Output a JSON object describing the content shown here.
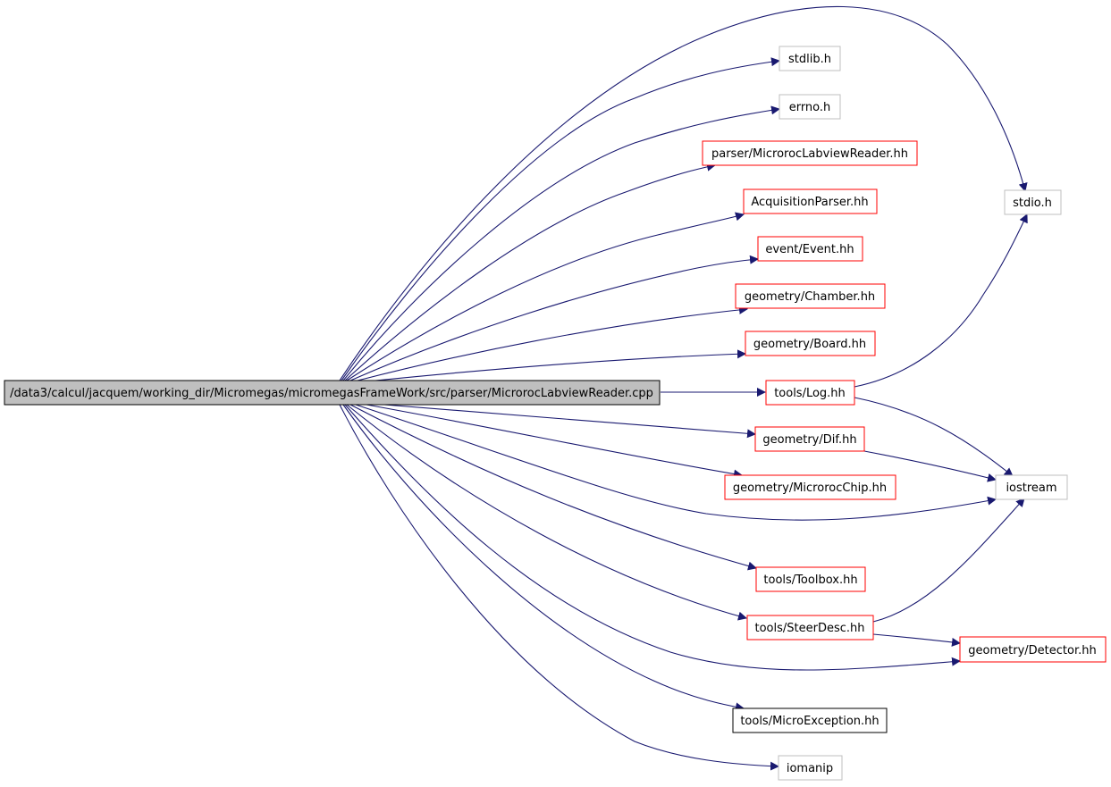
{
  "colors": {
    "edge": "#191970",
    "root_fill": "#bfbfbf",
    "border_red": "#ff0000",
    "border_grey": "#bfbfbf",
    "border_black": "#000000"
  },
  "nodes": {
    "root": {
      "label": "/data3/calcul/jacquem/working_dir/Micromegas/micromegasFrameWork/src/parser/MicrorocLabviewReader.cpp",
      "style": "root"
    },
    "stdlib": {
      "label": "stdlib.h",
      "style": "grey"
    },
    "errno": {
      "label": "errno.h",
      "style": "grey"
    },
    "labview_reader": {
      "label": "parser/MicrorocLabviewReader.hh",
      "style": "red"
    },
    "acq_parser": {
      "label": "AcquisitionParser.hh",
      "style": "red"
    },
    "event": {
      "label": "event/Event.hh",
      "style": "red"
    },
    "chamber": {
      "label": "geometry/Chamber.hh",
      "style": "red"
    },
    "board": {
      "label": "geometry/Board.hh",
      "style": "red"
    },
    "log": {
      "label": "tools/Log.hh",
      "style": "red"
    },
    "dif": {
      "label": "geometry/Dif.hh",
      "style": "red"
    },
    "chip": {
      "label": "geometry/MicrorocChip.hh",
      "style": "red"
    },
    "toolbox": {
      "label": "tools/Toolbox.hh",
      "style": "red"
    },
    "steer": {
      "label": "tools/SteerDesc.hh",
      "style": "red"
    },
    "exception": {
      "label": "tools/MicroException.hh",
      "style": "black"
    },
    "iomanip": {
      "label": "iomanip",
      "style": "grey"
    },
    "stdio": {
      "label": "stdio.h",
      "style": "grey"
    },
    "iostream": {
      "label": "iostream",
      "style": "grey"
    },
    "detector": {
      "label": "geometry/Detector.hh",
      "style": "red"
    }
  },
  "edges": [
    [
      "root",
      "stdio"
    ],
    [
      "root",
      "stdlib"
    ],
    [
      "root",
      "errno"
    ],
    [
      "root",
      "labview_reader"
    ],
    [
      "root",
      "acq_parser"
    ],
    [
      "root",
      "event"
    ],
    [
      "root",
      "chamber"
    ],
    [
      "root",
      "board"
    ],
    [
      "root",
      "log"
    ],
    [
      "root",
      "dif"
    ],
    [
      "root",
      "chip"
    ],
    [
      "root",
      "iostream"
    ],
    [
      "root",
      "toolbox"
    ],
    [
      "root",
      "steer"
    ],
    [
      "root",
      "detector"
    ],
    [
      "root",
      "exception"
    ],
    [
      "root",
      "iomanip"
    ],
    [
      "log",
      "stdio"
    ],
    [
      "log",
      "iostream"
    ],
    [
      "dif",
      "iostream"
    ],
    [
      "steer",
      "iostream"
    ],
    [
      "steer",
      "detector"
    ]
  ]
}
